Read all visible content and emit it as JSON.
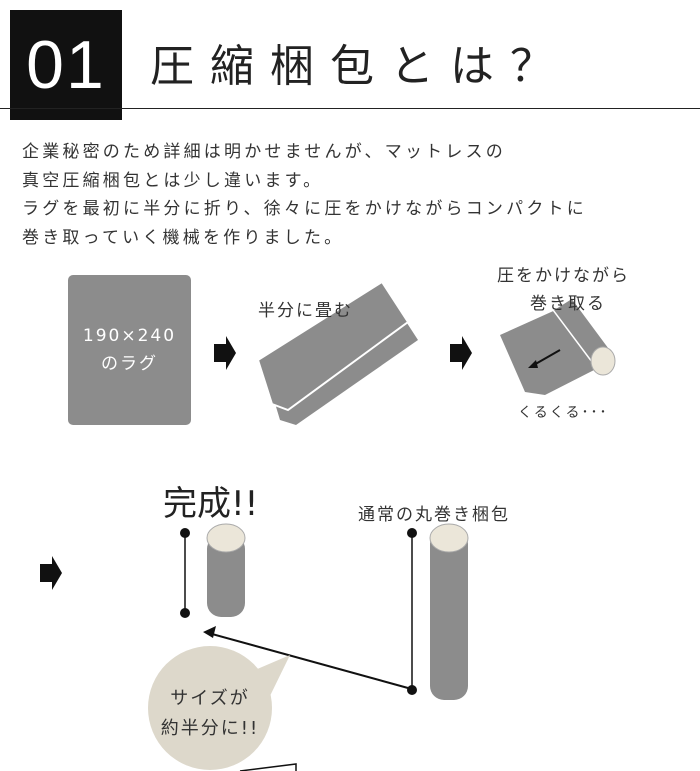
{
  "header": {
    "number": "01",
    "title": "圧縮梱包とは？"
  },
  "intro": [
    "企業秘密のため詳細は明かせませんが、マットレスの",
    "真空圧縮梱包とは少し違います。",
    "ラグを最初に半分に折り、徐々に圧をかけながらコンパクトに",
    "巻き取っていく機械を作りました。"
  ],
  "steps": {
    "rug_size": "190×240",
    "rug_label": "のラグ",
    "fold": "半分に畳む",
    "roll_line1": "圧をかけながら",
    "roll_line2": "巻き取る",
    "rolling": "くるくる･･･"
  },
  "result": {
    "done": "完成!!",
    "normal": "通常の丸巻き梱包",
    "bubble_line1": "サイズが",
    "bubble_line2": "約半分に!!"
  },
  "colors": {
    "gray": "#8c8c8c",
    "roll_end": "#ebe6d9",
    "bubble": "#ddd8cb"
  }
}
